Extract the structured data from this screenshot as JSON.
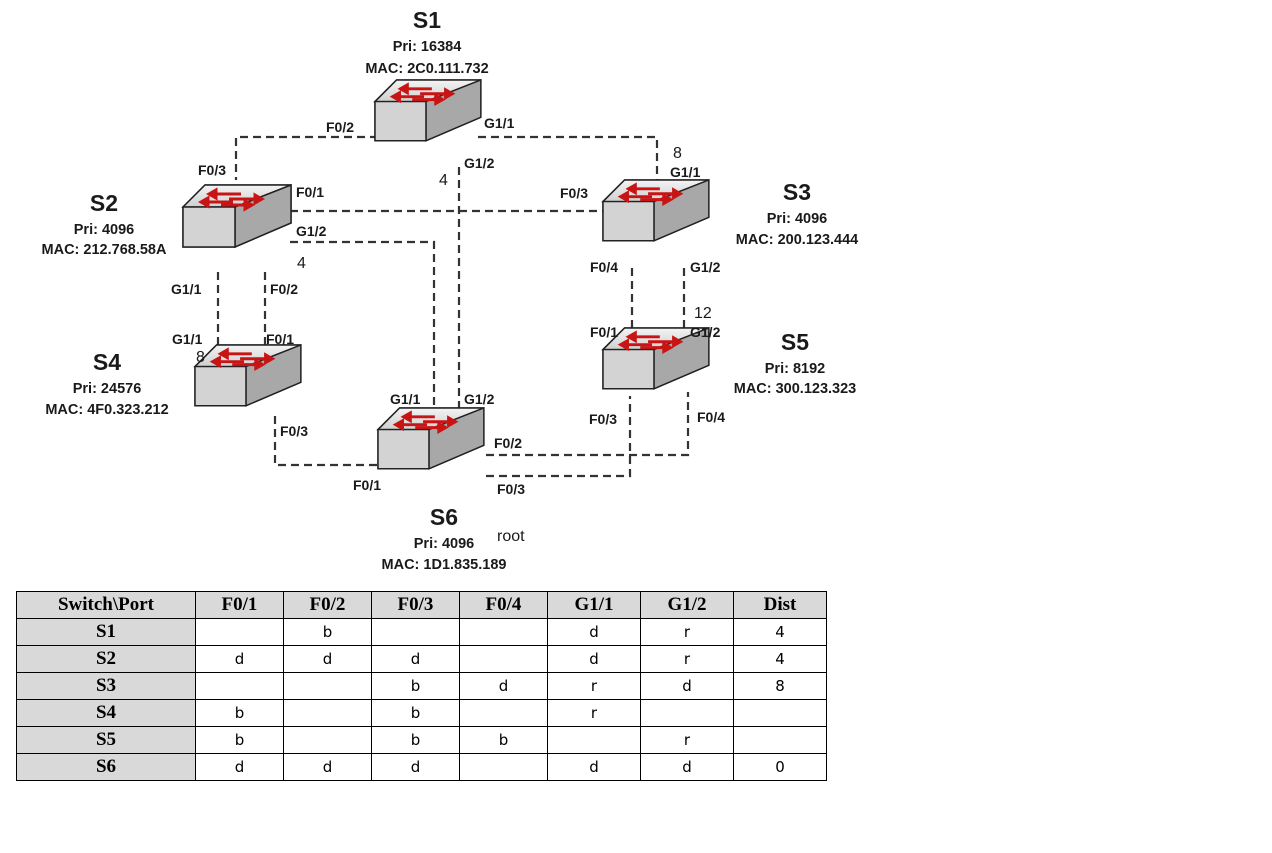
{
  "switches": {
    "S1": {
      "name": "S1",
      "pri": "Pri: 16384",
      "mac": "MAC: 2C0.111.732"
    },
    "S2": {
      "name": "S2",
      "pri": "Pri: 4096",
      "mac": "MAC: 212.768.58A"
    },
    "S3": {
      "name": "S3",
      "pri": "Pri: 4096",
      "mac": "MAC: 200.123.444"
    },
    "S4": {
      "name": "S4",
      "pri": "Pri: 24576",
      "mac": "MAC: 4F0.323.212"
    },
    "S5": {
      "name": "S5",
      "pri": "Pri: 8192",
      "mac": "MAC: 300.123.323"
    },
    "S6": {
      "name": "S6",
      "pri": "Pri: 4096",
      "mac": "MAC: 1D1.835.189"
    }
  },
  "ports": {
    "s1_f02": "F0/2",
    "s1_g11": "G1/1",
    "s1_g12": "G1/2",
    "s2_f03": "F0/3",
    "s2_f01": "F0/1",
    "s2_g12": "G1/2",
    "s2_g11": "G1/1",
    "s2_f02": "F0/2",
    "s3_f03": "F0/3",
    "s3_g11": "G1/1",
    "s3_f04": "F0/4",
    "s3_g12": "G1/2",
    "s4_g11": "G1/1",
    "s4_f01": "F0/1",
    "s4_f03": "F0/3",
    "s5_f01": "F0/1",
    "s5_g12": "G1/2",
    "s5_f03": "F0/3",
    "s5_f04": "F0/4",
    "s6_g11": "G1/1",
    "s6_g12": "G1/2",
    "s6_f02": "F0/2",
    "s6_f01": "F0/1",
    "s6_f03": "F0/3"
  },
  "annotations": {
    "s1_cost": "4",
    "s3_cost": "8",
    "s2_cost": "4",
    "s5_cost": "12",
    "s4_cost": "8",
    "root_note": "root"
  },
  "table": {
    "headers": [
      "Switch\\Port",
      "F0/1",
      "F0/2",
      "F0/3",
      "F0/4",
      "G1/1",
      "G1/2",
      "Dist"
    ],
    "rows": [
      {
        "switch": "S1",
        "cells": [
          "",
          "b",
          "",
          "",
          "d",
          "r",
          "4"
        ]
      },
      {
        "switch": "S2",
        "cells": [
          "d",
          "d",
          "d",
          "",
          "d",
          "r",
          "4"
        ]
      },
      {
        "switch": "S3",
        "cells": [
          "",
          "",
          "b",
          "d",
          "r",
          "d",
          "8"
        ]
      },
      {
        "switch": "S4",
        "cells": [
          "b",
          "",
          "b",
          "",
          "r",
          "",
          ""
        ]
      },
      {
        "switch": "S5",
        "cells": [
          "b",
          "",
          "b",
          "b",
          "",
          "r",
          ""
        ]
      },
      {
        "switch": "S6",
        "cells": [
          "d",
          "d",
          "d",
          "",
          "d",
          "d",
          "0"
        ]
      }
    ]
  }
}
